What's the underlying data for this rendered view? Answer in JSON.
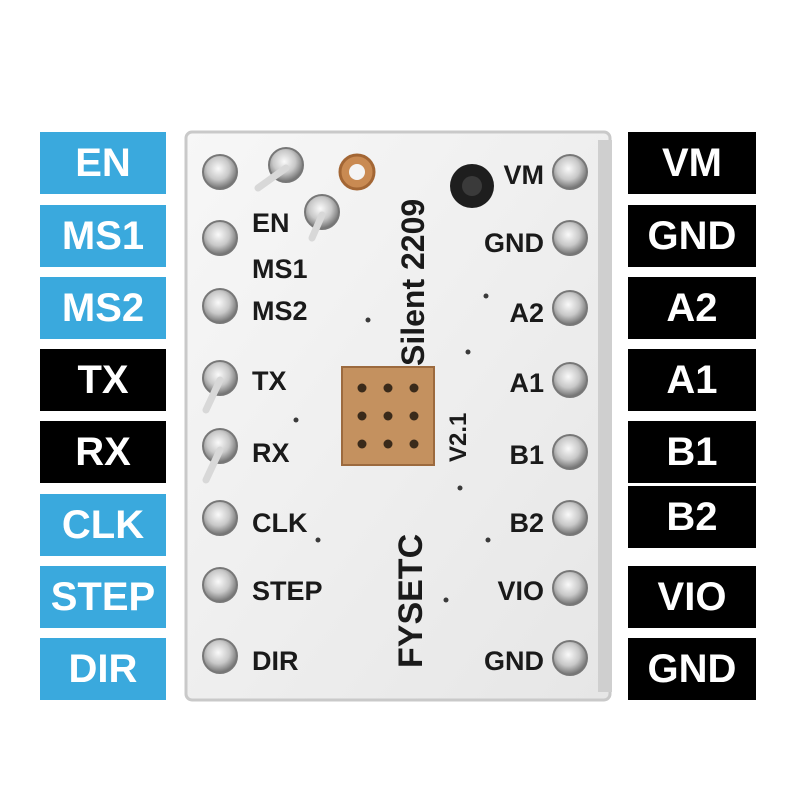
{
  "colors": {
    "blue": "#3aa9dd",
    "black": "#000000",
    "board": "#f4f4f4"
  },
  "left_labels": [
    {
      "text": "EN",
      "color": "blue"
    },
    {
      "text": "MS1",
      "color": "blue"
    },
    {
      "text": "MS2",
      "color": "blue"
    },
    {
      "text": "TX",
      "color": "black"
    },
    {
      "text": "RX",
      "color": "black"
    },
    {
      "text": "CLK",
      "color": "blue"
    },
    {
      "text": "STEP",
      "color": "blue"
    },
    {
      "text": "DIR",
      "color": "blue"
    }
  ],
  "right_labels": [
    "VM",
    "GND",
    "A2",
    "A1",
    "B1",
    "B2",
    "VIO",
    "GND"
  ],
  "board": {
    "left_silk": [
      "EN",
      "MS1",
      "MS2",
      "TX",
      "RX",
      "CLK",
      "STEP",
      "DIR"
    ],
    "right_silk": [
      "VM",
      "GND",
      "A2",
      "A1",
      "B1",
      "B2",
      "VIO",
      "GND"
    ],
    "model": "Silent 2209",
    "version": "V2.1",
    "brand": "FYSETC"
  }
}
